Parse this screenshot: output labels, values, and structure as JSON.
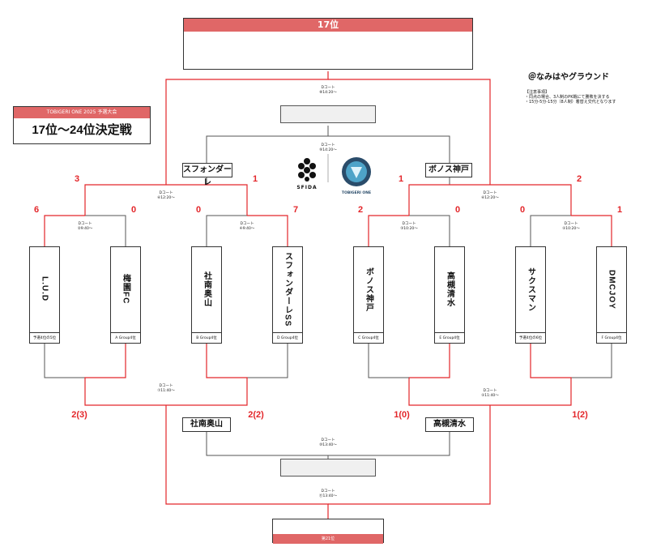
{
  "top_box": {
    "title": "17位"
  },
  "bottom_box": {
    "title": "第21位"
  },
  "event": {
    "banner": "TOBIGERI ONE 2025 予選大会",
    "title": "17位〜24位決定戦"
  },
  "venue": "＠なみはやグラウンド",
  "notes": {
    "heading": "【注意事項】",
    "lines": [
      "・同点の場合、3人制のPK戦にて勝敗を決する",
      "・15分-5分-15分（8人制）着替え交代となります"
    ]
  },
  "logos": {
    "sfida": "SFIDA",
    "tobigeri": "TOBIGERI ONE"
  },
  "matches": {
    "m1": {
      "court": "Dコート",
      "time": "②9:40〜"
    },
    "m2": {
      "court": "Dコート",
      "time": "④9:40〜"
    },
    "m3": {
      "court": "Dコート",
      "time": "③10:20〜"
    },
    "m4": {
      "court": "Dコート",
      "time": "⑤10:20〜"
    },
    "m5": {
      "court": "Dコート",
      "time": "⑥12:20〜"
    },
    "m6": {
      "court": "Dコート",
      "time": "⑥12:20〜"
    },
    "m7": {
      "court": "Dコート",
      "time": "⑦11:40〜"
    },
    "m8": {
      "court": "Dコート",
      "time": "⑤11:40〜"
    },
    "m9": {
      "court": "Dコート",
      "time": "⑧14:20〜"
    },
    "m10": {
      "court": "Dコート",
      "time": "⑨14:20〜"
    },
    "m11": {
      "court": "Dコート",
      "time": "⑩13:40〜"
    },
    "m12": {
      "court": "Dコート",
      "time": "⑪13:40〜"
    }
  },
  "teams": [
    {
      "name": "L.U.D",
      "seed": "予選4位の5位"
    },
    {
      "name": "梅園FC",
      "seed": "A Group4位"
    },
    {
      "name": "社南奥山",
      "seed": "B Group4位"
    },
    {
      "name": "スフォンダーレSS",
      "seed": "D Group4位"
    },
    {
      "name": "ボノス神戸",
      "seed": "C Group4位"
    },
    {
      "name": "高槻清水",
      "seed": "E Group4位"
    },
    {
      "name": "サクスマン",
      "seed": "予選4位の6位"
    },
    {
      "name": "DMCJOY",
      "seed": "F Group4位"
    }
  ],
  "scores": {
    "r1": [
      "6",
      "0",
      "0",
      "7",
      "2",
      "0",
      "0",
      "1"
    ],
    "r2": [
      "3",
      "1",
      "1",
      "2"
    ],
    "r3": [
      "2(3)",
      "2(2)",
      "1(0)",
      "1(2)"
    ]
  },
  "winners": {
    "qf_left": "スフォンダーレ",
    "qf_right": "ボノス神戸",
    "sf_left": "社南奥山",
    "sf_right": "高槻清水"
  }
}
